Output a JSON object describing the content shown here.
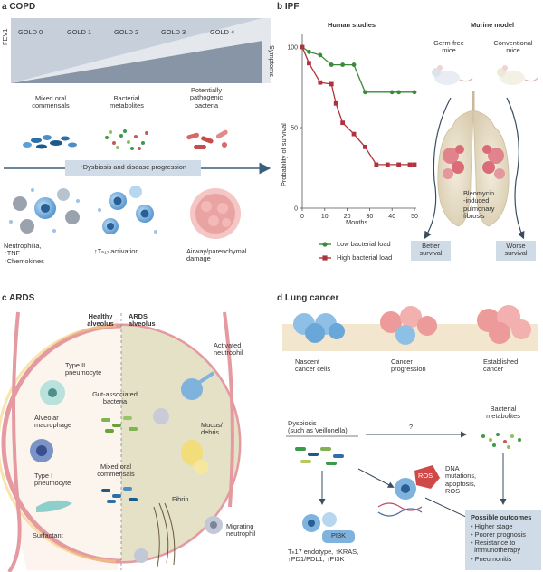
{
  "panel_a": {
    "title": "a  COPD",
    "fev1": "FEV1",
    "symptoms": "Symptoms",
    "gold": [
      "GOLD 0",
      "GOLD 1",
      "GOLD 2",
      "GOLD 3",
      "GOLD 4"
    ],
    "bacteria": [
      "Mixed oral\ncommensals",
      "Bacterial\nmetabolites",
      "Potentially\npathogenic\nbacteria"
    ],
    "arrow_label": "↑Dysbiosis and disease progression",
    "outcomes": [
      "Neutrophilia,\n↑TNF\n↑Chemokines",
      "↑Tₕ₁₇ activation",
      "Airway/parenchymal\ndamage"
    ]
  },
  "panel_b": {
    "title": "b  IPF",
    "human": "Human studies",
    "murine": "Murine model",
    "germfree": "Germ-free\nmice",
    "conventional": "Conventional\nmice",
    "bleomycin": "Bleomycin\n-induced\npulmonary\nfibrosis",
    "better": "Better\nsurvival",
    "worse": "Worse\nsurvival",
    "ylabel": "Probability of survival",
    "xlabel": "Months",
    "legend_low": "Low bacterial load",
    "legend_high": "High bacterial load"
  },
  "panel_c": {
    "title": "c  ARDS",
    "healthy": "Healthy\nalveolus",
    "ards": "ARDS\nalveolus",
    "type2": "Type II\npneumocyte",
    "macrophage": "Alveolar\nmacrophage",
    "type1": "Type I\npneumocyte",
    "surfactant": "Surfactant",
    "gut": "Gut-associated\nbacteria",
    "oral": "Mixed oral\ncommensals",
    "activated": "Activated\nneutrophil",
    "mucus": "Mucus/\ndebris",
    "fibrin": "Fibrin",
    "migrating": "Migrating\nneutrophil"
  },
  "panel_d": {
    "title": "d  Lung cancer",
    "stages": [
      "Nascent\ncancer cells",
      "Cancer\nprogression",
      "Established\ncancer"
    ],
    "dysbiosis": "Dysbiosis\n(such as Veillonella)",
    "question": "?",
    "metabolites": "Bacterial\nmetabolites",
    "ros_badge": "ROS",
    "dna": "DNA\nmutations,\napoptosis,\nROS",
    "pi3k": "PI3K",
    "endotype": "Tₕ17 endotype, ↑KRAS,\n↑PD1/PDL1, ↑PI3K",
    "outcomes_title": "Possible outcomes",
    "outcomes": [
      "• Higher stage",
      "• Poorer prognosis",
      "• Resistance to\n  immunotherapy",
      "• Pneumonitis"
    ]
  },
  "chart_data": {
    "type": "line",
    "xlabel": "Months",
    "ylabel": "Probability of survival",
    "xlim": [
      0,
      50
    ],
    "ylim": [
      0,
      100
    ],
    "xticks": [
      0,
      10,
      20,
      30,
      40,
      50
    ],
    "yticks": [
      0,
      50,
      100
    ],
    "series": [
      {
        "name": "Low bacterial load",
        "color": "#3a8a3a",
        "x": [
          0,
          3,
          8,
          13,
          18,
          23,
          28,
          40,
          43,
          50
        ],
        "y": [
          100,
          97,
          95,
          89,
          89,
          89,
          72,
          72,
          72,
          72
        ]
      },
      {
        "name": "High bacterial load",
        "color": "#b0323c",
        "x": [
          0,
          3,
          8,
          13,
          15,
          18,
          23,
          28,
          33,
          38,
          43,
          48,
          50
        ],
        "y": [
          100,
          90,
          78,
          77,
          65,
          53,
          46,
          38,
          27,
          27,
          27,
          27,
          27
        ]
      }
    ]
  },
  "colors": {
    "grey_band": "#dfe3e8",
    "slate": "#8a97a7",
    "arrow": "#3b5e7a",
    "box": "#cfdbe6",
    "pink": "#e9a7a7",
    "blue_cell": "#7fb3de",
    "green": "#3a8a3a",
    "red": "#b0323c"
  }
}
